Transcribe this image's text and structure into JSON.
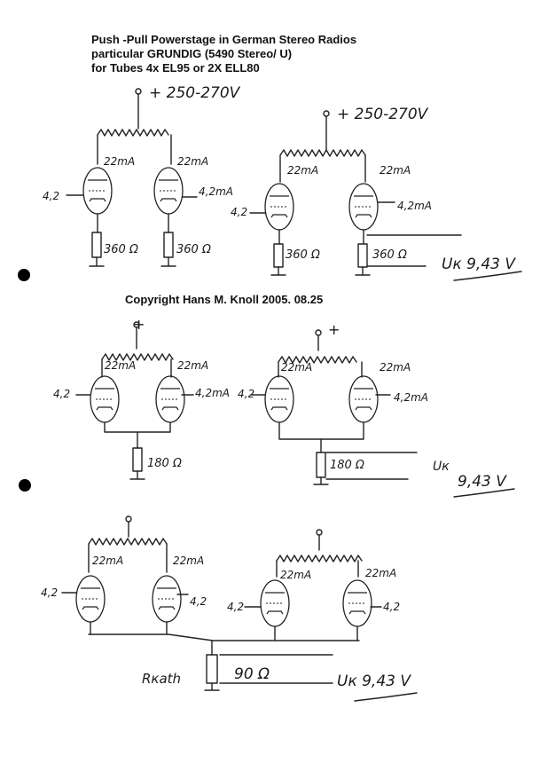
{
  "header": {
    "line1": "Push -Pull Powerstage in German Stereo Radios",
    "line2": "particular GRUNDIG (5490 Stereo/ U)",
    "line3": "for Tubes 4x EL95 or 2X ELL80"
  },
  "copyright": "Copyright Hans M. Knoll 2005. 08.25",
  "labels": {
    "supply": "+ 250-270V",
    "plus": "+",
    "current": "22mA",
    "grid_v": "4,2",
    "cath_v": "4,2mA",
    "r360": "360 Ω",
    "r180": "180 Ω",
    "r90": "90 Ω",
    "uk": "Uк 9,43 V",
    "uk_prefix": "Uк",
    "uk_value": "9,43 V",
    "rkath": "Rкath"
  }
}
